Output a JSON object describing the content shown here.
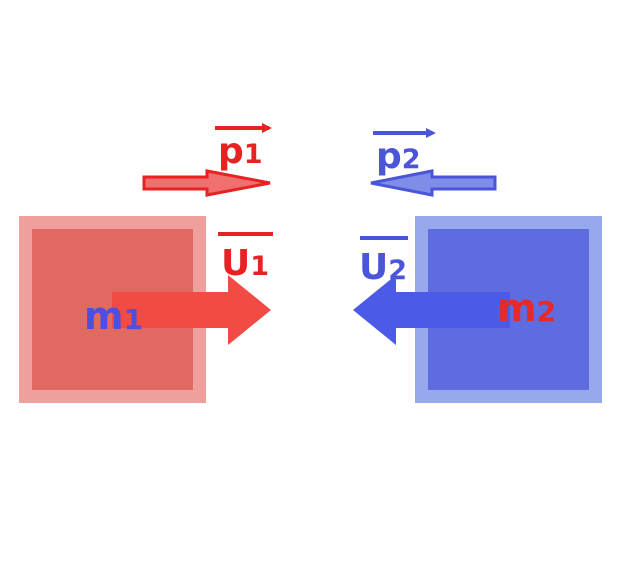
{
  "block1": {
    "mass_label": "m",
    "mass_sub": "1",
    "outer_color": "#ef9f9c",
    "inner_color": "#e06a61",
    "text_color": "#4c4fe0"
  },
  "block2": {
    "mass_label": "m",
    "mass_sub": "2",
    "outer_color": "#98a8ec",
    "inner_color": "#5e6ce0",
    "text_color": "#e62a2a"
  },
  "momentum1": {
    "label": "p",
    "sub": "1",
    "color": "#e82222"
  },
  "momentum2": {
    "label": "p",
    "sub": "2",
    "color": "#4a55d8"
  },
  "velocity1": {
    "label": "U",
    "sub": "1",
    "color": "#e82222",
    "arrow_color": "#f24a44"
  },
  "velocity2": {
    "label": "U",
    "sub": "2",
    "color": "#4a55d8",
    "arrow_color": "#4c5ae8"
  }
}
